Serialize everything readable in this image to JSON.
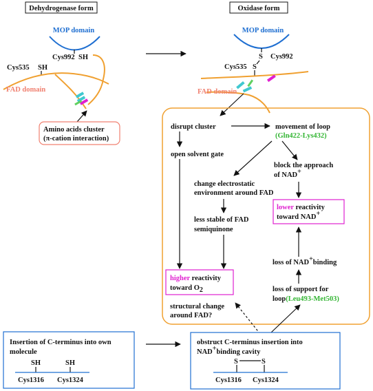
{
  "left_form": {
    "title": "Dehydrogenase form",
    "mop_domain": "MOP domain",
    "cys992": "Cys992",
    "sh_992": "SH",
    "cys535": "Cys535",
    "sh_535": "SH",
    "fad_domain": "FAD domain",
    "cluster_line1": "Amino acids cluster",
    "cluster_line2": "(π-cation interaction)"
  },
  "right_form": {
    "title": "Oxidase form",
    "mop_domain": "MOP domain",
    "s_992": "S",
    "cys992": "Cys992",
    "cys535": "Cys535",
    "s_535": "S",
    "fad_domain": "FAD domain"
  },
  "flow": {
    "disrupt_cluster": "disrupt cluster",
    "movement_loop": "movement of loop",
    "loop_range_1": "(Gln422-Lys432)",
    "open_solvent_gate": "open solvent gate",
    "block_line1": "block the approach",
    "block_line2": "of NAD",
    "change_line1": "change electrostatic",
    "change_line2": "environment around FAD",
    "lower_word": "lower",
    "lower_rest": " reactivity",
    "lower_line2": "toward NAD",
    "less_stable_line1": "less stable of FAD",
    "less_stable_line2": "semiquinone",
    "loss_binding_a": "loss of NAD",
    "loss_binding_b": "binding",
    "higher_word": "higher",
    "higher_rest": " reactivity",
    "higher_line2": "toward O",
    "o2_sub": "2",
    "loss_support_line1": "loss of support for",
    "loss_support_line2": "loop",
    "loop_range_2": "(Leu493-Met503)",
    "structural_line1": "structural change",
    "structural_line2": "around FAD?",
    "plus": "+"
  },
  "bottom_left": {
    "line1": "Insertion of C-terminus into own",
    "line2": "molecule",
    "sh1": "SH",
    "sh2": "SH",
    "cys1": "Cys1316",
    "cys2": "Cys1324"
  },
  "bottom_right": {
    "line1": "obstruct C-terminus insertion into",
    "line2a": "NAD",
    "line2b": "binding cavity",
    "s1": "S",
    "s2": "S",
    "cys1": "Cys1316",
    "cys2": "Cys1324"
  },
  "colors": {
    "blue": "#1f6fd1",
    "orange": "#f0a030",
    "salmon": "#f08070",
    "green": "#33b533",
    "magenta": "#e020d0",
    "teal": "#40c8d0"
  }
}
